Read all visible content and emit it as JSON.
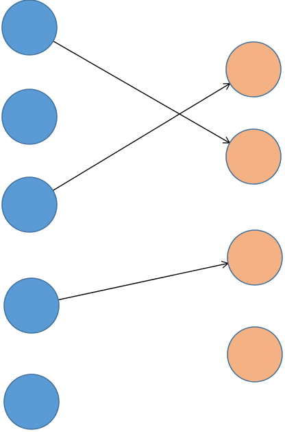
{
  "diagram": {
    "colors": {
      "left": "#5b9bd5",
      "left_stroke": "#41719c",
      "right": "#f4b183",
      "right_stroke": "#41719c",
      "edge": "#000000"
    },
    "left_nodes": [
      {
        "id": "L1"
      },
      {
        "id": "L2"
      },
      {
        "id": "L3"
      },
      {
        "id": "L4"
      },
      {
        "id": "L5"
      }
    ],
    "right_nodes": [
      {
        "id": "R1"
      },
      {
        "id": "R2"
      },
      {
        "id": "R3"
      },
      {
        "id": "R4"
      }
    ],
    "edges": [
      {
        "from": "L1",
        "to": "R2"
      },
      {
        "from": "L3",
        "to": "R1"
      },
      {
        "from": "L4",
        "to": "R3"
      }
    ]
  }
}
